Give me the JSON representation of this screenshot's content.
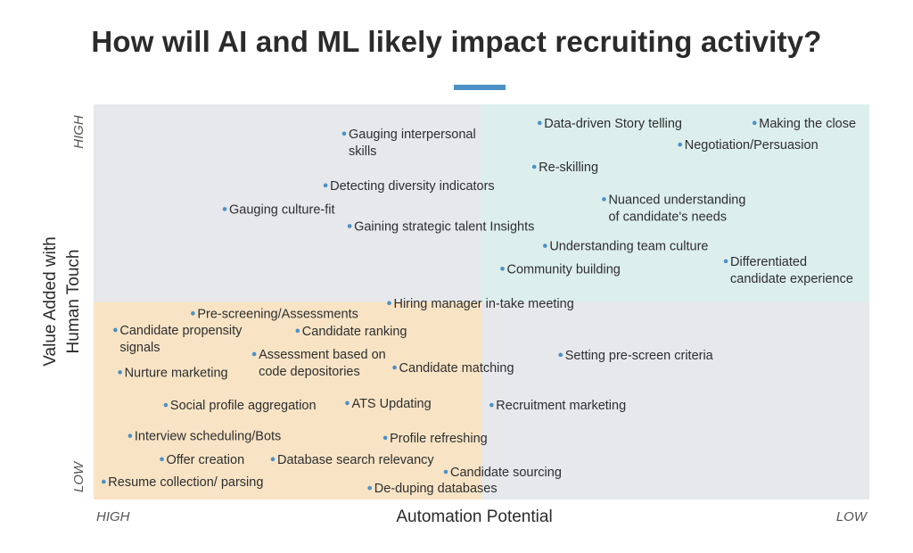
{
  "title": "How will AI and ML likely impact recruiting activity?",
  "colors": {
    "accent_rule": "#4a90c6",
    "quadrant_grey": "#e6e8ec",
    "quadrant_teal": "#dcefed",
    "quadrant_orange": "#f8e4c5",
    "dot": "#4a90c6"
  },
  "chart_data": {
    "type": "scatter",
    "xlabel": "Automation Potential",
    "ylabel": "Value Added with Human Touch",
    "x_low_label": "HIGH",
    "x_high_label": "LOW",
    "y_low_label": "LOW",
    "y_high_label": "HIGH",
    "xlim": [
      0,
      100
    ],
    "ylim": [
      0,
      100
    ],
    "quadrant_split": {
      "x": 50,
      "y": 50
    },
    "highlighted_quadrants": [
      "top-right",
      "bottom-left"
    ],
    "grid": false,
    "points": [
      {
        "label": [
          "Data-driven Story telling"
        ],
        "x": 57.5,
        "y": 95.3
      },
      {
        "label": [
          "Making the close"
        ],
        "x": 85.2,
        "y": 95.3
      },
      {
        "label": [
          "Gauging interpersonal",
          "skills"
        ],
        "x": 32.3,
        "y": 92.6
      },
      {
        "label": [
          "Negotiation/Persuasion"
        ],
        "x": 75.6,
        "y": 89.8
      },
      {
        "label": [
          "Re-skilling"
        ],
        "x": 56.8,
        "y": 84.2
      },
      {
        "label": [
          "Detecting diversity indicators"
        ],
        "x": 29.9,
        "y": 79.5
      },
      {
        "label": [
          "Nuanced understanding",
          "of candidate's needs"
        ],
        "x": 65.8,
        "y": 76.0
      },
      {
        "label": [
          "Gauging culture-fit"
        ],
        "x": 16.9,
        "y": 73.5
      },
      {
        "label": [
          "Gaining strategic talent Insights"
        ],
        "x": 33.0,
        "y": 69.2
      },
      {
        "label": [
          "Understanding team culture"
        ],
        "x": 58.2,
        "y": 64.2
      },
      {
        "label": [
          "Community building"
        ],
        "x": 52.7,
        "y": 58.4
      },
      {
        "label": [
          "Differentiated",
          "candidate experience"
        ],
        "x": 81.5,
        "y": 60.3
      },
      {
        "label": [
          "Hiring manager in-take meeting"
        ],
        "x": 38.1,
        "y": 49.7
      },
      {
        "label": [
          "Pre-screening/Assessments"
        ],
        "x": 12.8,
        "y": 47.1
      },
      {
        "label": [
          "Candidate propensity",
          "signals"
        ],
        "x": 2.8,
        "y": 42.9
      },
      {
        "label": [
          "Candidate ranking"
        ],
        "x": 26.3,
        "y": 42.7
      },
      {
        "label": [
          "Assessment based on",
          "code depositories"
        ],
        "x": 20.7,
        "y": 36.8
      },
      {
        "label": [
          "Setting pre-screen criteria"
        ],
        "x": 60.2,
        "y": 36.6
      },
      {
        "label": [
          "Candidate matching"
        ],
        "x": 38.8,
        "y": 33.4
      },
      {
        "label": [
          "Nurture marketing"
        ],
        "x": 3.4,
        "y": 32.2
      },
      {
        "label": [
          "Social profile aggregation"
        ],
        "x": 9.3,
        "y": 23.9
      },
      {
        "label": [
          "ATS Updating"
        ],
        "x": 32.7,
        "y": 24.4
      },
      {
        "label": [
          "Recruitment marketing"
        ],
        "x": 51.3,
        "y": 23.9
      },
      {
        "label": [
          "Interview scheduling/Bots"
        ],
        "x": 4.7,
        "y": 16.1
      },
      {
        "label": [
          "Profile refreshing"
        ],
        "x": 37.6,
        "y": 15.6
      },
      {
        "label": [
          "Offer creation"
        ],
        "x": 8.8,
        "y": 10.2
      },
      {
        "label": [
          "Database search relevancy"
        ],
        "x": 23.1,
        "y": 10.2
      },
      {
        "label": [
          "Candidate sourcing"
        ],
        "x": 45.4,
        "y": 7.0
      },
      {
        "label": [
          "Resume collection/ parsing"
        ],
        "x": 1.3,
        "y": 4.5
      },
      {
        "label": [
          "De-duping databases"
        ],
        "x": 35.6,
        "y": 2.9
      }
    ]
  }
}
